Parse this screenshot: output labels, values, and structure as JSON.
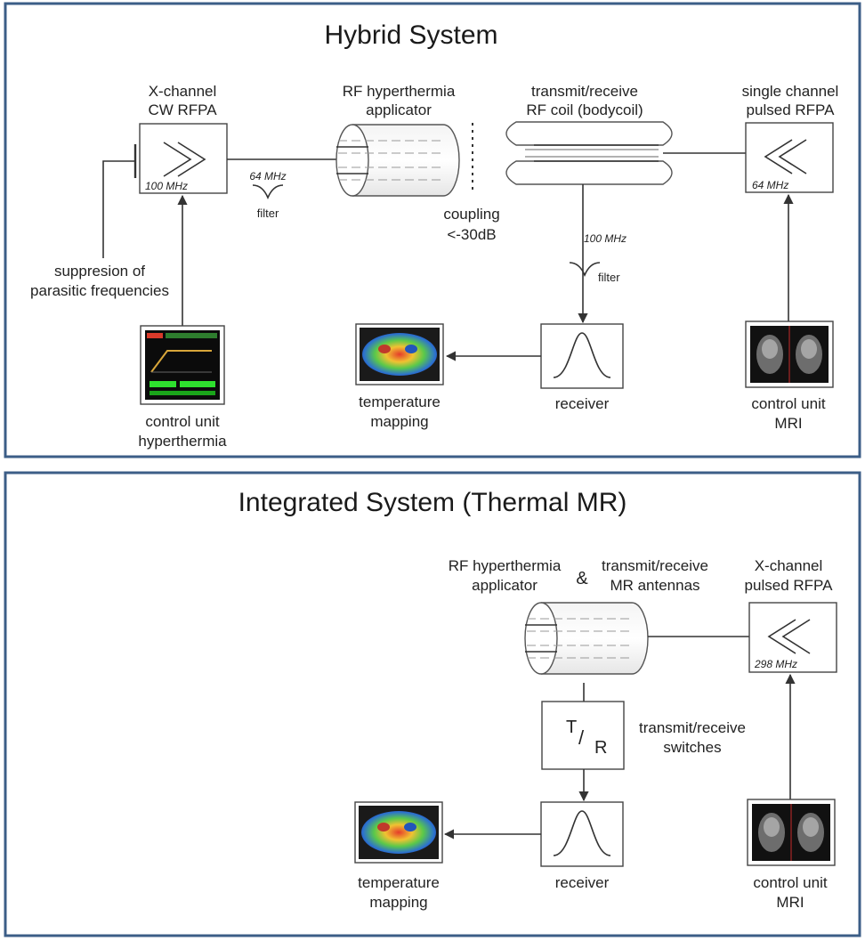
{
  "hybrid": {
    "title": "Hybrid System",
    "rfpa_left": {
      "line1": "X-channel",
      "line2": "CW RFPA",
      "freq": "100 MHz"
    },
    "filter_left": {
      "freq": "64 MHz",
      "label": "filter"
    },
    "applicator": {
      "line1": "RF hyperthermia",
      "line2": "applicator"
    },
    "coil": {
      "line1": "transmit/receive",
      "line2": "RF coil (bodycoil)"
    },
    "coupling": {
      "line1": "coupling",
      "line2": "<-30dB"
    },
    "rfpa_right": {
      "line1": "single channel",
      "line2": "pulsed RFPA",
      "freq": "64 MHz"
    },
    "filter_right": {
      "freq": "100 MHz",
      "label": "filter"
    },
    "suppression": {
      "line1": "suppresion of",
      "line2": "parasitic frequencies"
    },
    "control_hyper": {
      "line1": "control unit",
      "line2": "hyperthermia"
    },
    "temp_map": {
      "line1": "temperature",
      "line2": "mapping"
    },
    "receiver": "receiver",
    "control_mri": {
      "line1": "control unit",
      "line2": "MRI"
    }
  },
  "integrated": {
    "title": "Integrated System (Thermal MR)",
    "applicator": {
      "line1": "RF hyperthermia",
      "line2": "applicator"
    },
    "ampersand": "&",
    "antennas": {
      "line1": "transmit/receive",
      "line2": "MR antennas"
    },
    "rfpa": {
      "line1": "X-channel",
      "line2": "pulsed RFPA",
      "freq": "298 MHz"
    },
    "tr_switch": {
      "t": "T",
      "slash": "/",
      "r": "R"
    },
    "switch_label": {
      "line1": "transmit/receive",
      "line2": "switches"
    },
    "receiver": "receiver",
    "temp_map": {
      "line1": "temperature",
      "line2": "mapping"
    },
    "control_mri": {
      "line1": "control unit",
      "line2": "MRI"
    }
  }
}
